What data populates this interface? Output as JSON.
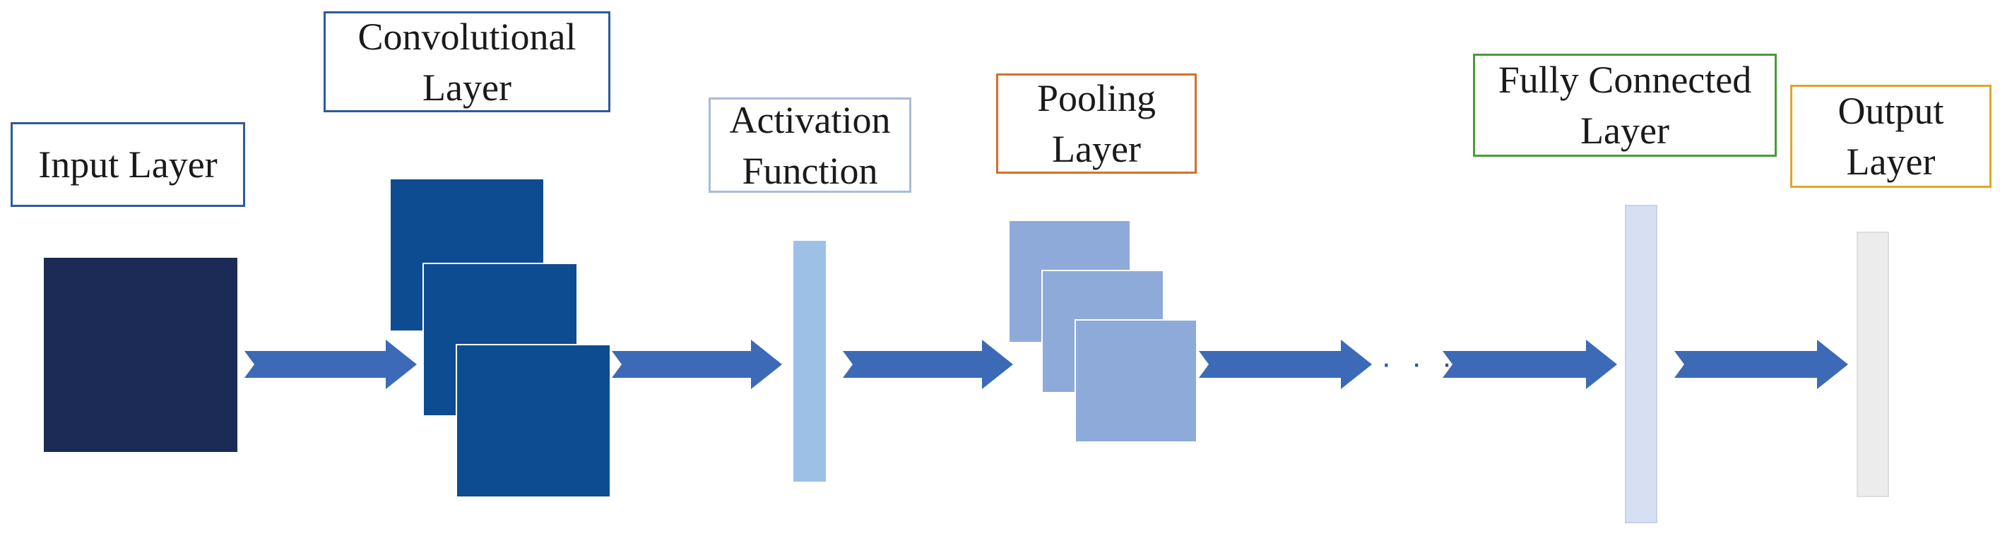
{
  "labels": {
    "input": [
      "Input Layer"
    ],
    "conv": [
      "Convolutional",
      "Layer"
    ],
    "activation": [
      "Activation",
      "Function"
    ],
    "pooling": [
      "Pooling",
      "Layer"
    ],
    "fc": [
      "Fully Connected",
      "Layer"
    ],
    "output": [
      "Output",
      "Layer"
    ]
  },
  "ellipsis": "· · ·",
  "colors": {
    "input_block": "#1c2b56",
    "conv_block": "#0e4c92",
    "activation_bar": "#9dc1e6",
    "pool_block": "#8eaad9",
    "fc_bar": "#d6e0f2",
    "output_bar": "#ececec",
    "arrow": "#3c6ab7",
    "input_border": "#2e5a9c",
    "conv_border": "#2e5a9c",
    "activation_border": "#a8bcd6",
    "pooling_border": "#d3702e",
    "fc_border": "#4a9a3a",
    "output_border": "#e0a52a"
  }
}
